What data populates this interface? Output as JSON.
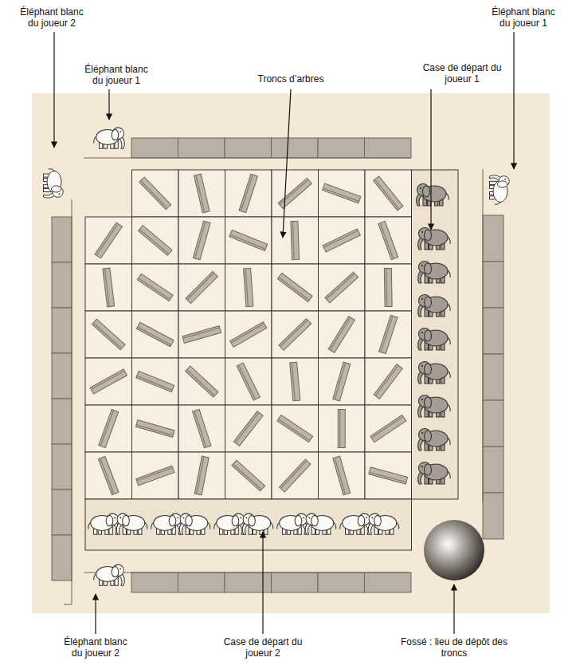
{
  "diagram": {
    "labels": [
      "Éléphant blanc du joueur 2",
      "Éléphant blanc du joueur 1",
      "Troncs d’arbres",
      "Case de départ du joueur 1",
      "Éléphant blanc du joueur 1",
      "Éléphant blanc du joueur 2",
      "Case de départ du joueur 2",
      "Fossé : lieu de dépôt des troncs"
    ]
  }
}
